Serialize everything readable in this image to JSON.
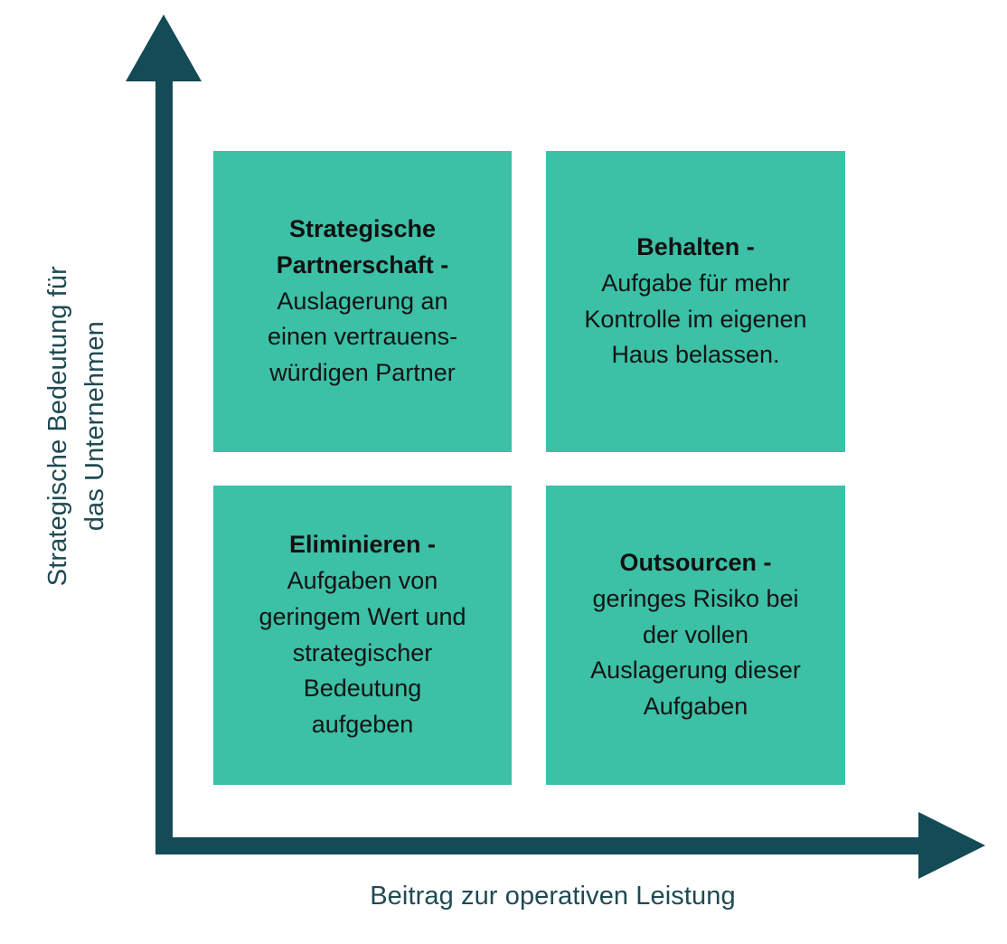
{
  "colors": {
    "box_fill": "#3cc0a6",
    "axis": "#134b56",
    "axis_label_text": "#1f4a52",
    "box_text": "#111111",
    "background": "#ffffff"
  },
  "axes": {
    "y_axis": {
      "label": "Strategische Bedeutung für\ndas Unternehmen",
      "arrow_direction": "up",
      "arrow_icon": "arrow-up-icon"
    },
    "x_axis": {
      "label": "Beitrag zur operativen Leistung",
      "arrow_direction": "right",
      "arrow_icon": "arrow-right-icon"
    }
  },
  "quadrants": [
    {
      "position": "top-left",
      "heading": "Strategische\nPartnerschaft -",
      "body": "Auslagerung an\neinen vertrauens-\nwürdigen Partner",
      "x_level": "low",
      "y_level": "high"
    },
    {
      "position": "top-right",
      "heading": "Behalten -",
      "body": "Aufgabe für mehr\nKontrolle im eigenen\nHaus belassen.",
      "x_level": "high",
      "y_level": "high"
    },
    {
      "position": "bottom-left",
      "heading": "Eliminieren -",
      "body": "Aufgaben von\ngeringem Wert und\nstrategischer\nBedeutung\naufgeben",
      "x_level": "low",
      "y_level": "low"
    },
    {
      "position": "bottom-right",
      "heading": "Outsourcen -",
      "body": "geringes Risiko bei\nder vollen\nAuslagerung dieser\nAufgaben",
      "x_level": "high",
      "y_level": "low"
    }
  ]
}
